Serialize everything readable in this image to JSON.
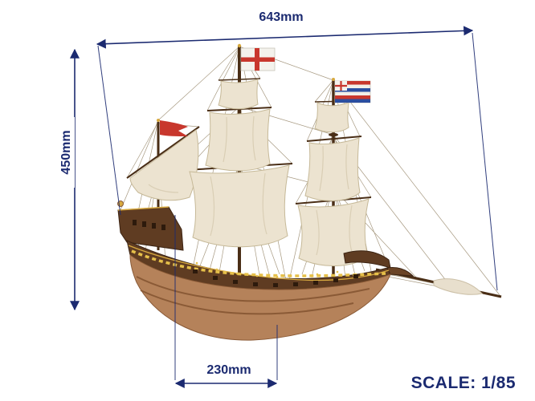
{
  "diagram": {
    "width_label": "643mm",
    "height_label": "450mm",
    "beam_label": "230mm",
    "scale_label": "SCALE: 1/85"
  },
  "colors": {
    "dimension_blue": "#1b2a70",
    "hull_wood_light": "#b5825a",
    "hull_wood_dark": "#5f3c22",
    "trim_gold": "#d7a93f",
    "sail_cream": "#ece3d0",
    "flag_red": "#c8372d",
    "flag_blue": "#2b4ea0"
  }
}
